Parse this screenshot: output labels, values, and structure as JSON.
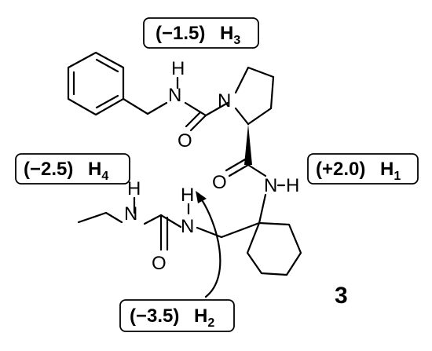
{
  "compound_number": "3",
  "atoms": {
    "n_benzyl": "N",
    "h_benzyl": "H",
    "o_carbamoyl": "O",
    "n_ring": "N",
    "o_amide": "O",
    "n_amide": "N",
    "h_amide": "H",
    "n_ethyl": "N",
    "h_ethyl": "H",
    "o_urea": "O",
    "n_urea": "N",
    "h_urea": "H"
  },
  "shift_labels": [
    {
      "value": "(−1.5)",
      "proton": "H",
      "index": "3"
    },
    {
      "value": "(+2.0)",
      "proton": "H",
      "index": "1"
    },
    {
      "value": "(−2.5)",
      "proton": "H",
      "index": "4"
    },
    {
      "value": "(−3.5)",
      "proton": "H",
      "index": "2"
    }
  ]
}
